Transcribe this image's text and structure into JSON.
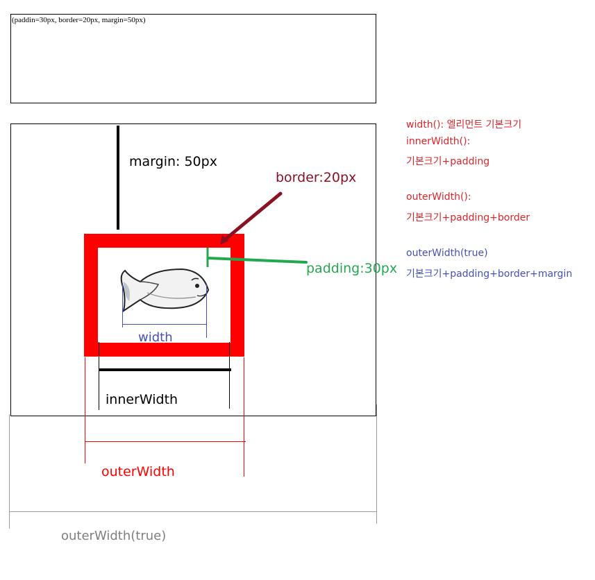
{
  "demo_box": {
    "caption": "(paddin=30px, border=20px, margin=50px)"
  },
  "labels": {
    "margin": "margin: 50px",
    "border": "border:20px",
    "padding": "padding:30px",
    "width": "width",
    "inner_width": "innerWidth",
    "outer_width": "outerWidth",
    "outer_width_true": "outerWidth(true)"
  },
  "notes": {
    "width_line": "width(): 엘리먼트 기본크기",
    "inner_width_line1": "innerWidth():",
    "inner_width_line2": "기본크기+padding",
    "outer_width_line1": "outerWidth():",
    "outer_width_line2": "기본크기+padding+border",
    "outer_width_true_line1": "outerWidth(true)",
    "outer_width_true_line2": "기본크기+padding+border+margin"
  },
  "colors": {
    "border_red": "#ff0000",
    "note_red": "#d9262b",
    "note_blue": "#4550b9",
    "border_arrow": "#8b1022",
    "padding_arrow": "#22a94f",
    "gray_text": "#7f7f7f"
  },
  "icons": [
    "fish-icon"
  ]
}
